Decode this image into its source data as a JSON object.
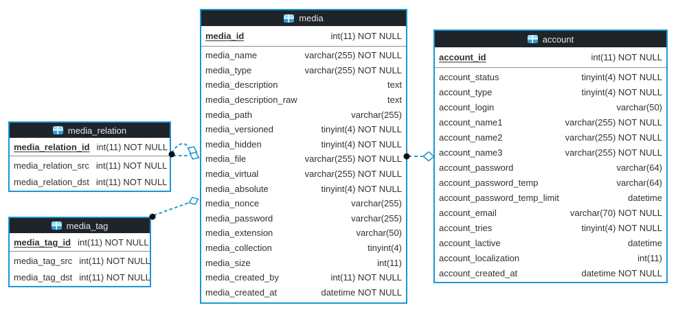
{
  "colors": {
    "accent_blue": "#1b95d4",
    "header_bg": "#1f2429",
    "header_text": "#e4e7ea",
    "row_text": "#303030",
    "pk_separator": "#8f8f8f",
    "connector_dot": "#101010"
  },
  "tables": [
    {
      "id": "media_relation",
      "title": "media_relation",
      "icon": "table-icon",
      "primary_key": {
        "name": "media_relation_id",
        "type": "int(11) NOT NULL"
      },
      "columns": [
        {
          "name": "media_relation_src",
          "type": "int(11) NOT NULL"
        },
        {
          "name": "media_relation_dst",
          "type": "int(11) NOT NULL"
        }
      ]
    },
    {
      "id": "media_tag",
      "title": "media_tag",
      "icon": "table-icon",
      "primary_key": {
        "name": "media_tag_id",
        "type": "int(11) NOT NULL"
      },
      "columns": [
        {
          "name": "media_tag_src",
          "type": "int(11) NOT NULL"
        },
        {
          "name": "media_tag_dst",
          "type": "int(11) NOT NULL"
        }
      ]
    },
    {
      "id": "media",
      "title": "media",
      "icon": "table-icon",
      "primary_key": {
        "name": "media_id",
        "type": "int(11) NOT NULL"
      },
      "columns": [
        {
          "name": "media_name",
          "type": "varchar(255) NOT NULL"
        },
        {
          "name": "media_type",
          "type": "varchar(255) NOT NULL"
        },
        {
          "name": "media_description",
          "type": "text"
        },
        {
          "name": "media_description_raw",
          "type": "text"
        },
        {
          "name": "media_path",
          "type": "varchar(255)"
        },
        {
          "name": "media_versioned",
          "type": "tinyint(4) NOT NULL"
        },
        {
          "name": "media_hidden",
          "type": "tinyint(4) NOT NULL"
        },
        {
          "name": "media_file",
          "type": "varchar(255) NOT NULL"
        },
        {
          "name": "media_virtual",
          "type": "varchar(255) NOT NULL"
        },
        {
          "name": "media_absolute",
          "type": "tinyint(4) NOT NULL"
        },
        {
          "name": "media_nonce",
          "type": "varchar(255)"
        },
        {
          "name": "media_password",
          "type": "varchar(255)"
        },
        {
          "name": "media_extension",
          "type": "varchar(50)"
        },
        {
          "name": "media_collection",
          "type": "tinyint(4)"
        },
        {
          "name": "media_size",
          "type": "int(11)"
        },
        {
          "name": "media_created_by",
          "type": "int(11) NOT NULL"
        },
        {
          "name": "media_created_at",
          "type": "datetime NOT NULL"
        }
      ]
    },
    {
      "id": "account",
      "title": "account",
      "icon": "table-icon",
      "primary_key": {
        "name": "account_id",
        "type": "int(11) NOT NULL"
      },
      "columns": [
        {
          "name": "account_status",
          "type": "tinyint(4) NOT NULL"
        },
        {
          "name": "account_type",
          "type": "tinyint(4) NOT NULL"
        },
        {
          "name": "account_login",
          "type": "varchar(50)"
        },
        {
          "name": "account_name1",
          "type": "varchar(255) NOT NULL"
        },
        {
          "name": "account_name2",
          "type": "varchar(255) NOT NULL"
        },
        {
          "name": "account_name3",
          "type": "varchar(255) NOT NULL"
        },
        {
          "name": "account_password",
          "type": "varchar(64)"
        },
        {
          "name": "account_password_temp",
          "type": "varchar(64)"
        },
        {
          "name": "account_password_temp_limit",
          "type": "datetime"
        },
        {
          "name": "account_email",
          "type": "varchar(70) NOT NULL"
        },
        {
          "name": "account_tries",
          "type": "tinyint(4) NOT NULL"
        },
        {
          "name": "account_lactive",
          "type": "datetime"
        },
        {
          "name": "account_localization",
          "type": "int(11)"
        },
        {
          "name": "account_created_at",
          "type": "datetime NOT NULL"
        }
      ]
    }
  ],
  "relationships": [
    {
      "from": "media_relation",
      "to": "media",
      "style": "dashed",
      "end_from": "dot",
      "end_to": "open-diamond"
    },
    {
      "from": "media_relation",
      "to": "media",
      "style": "dashed",
      "end_from": "dot",
      "end_to": "open-diamond"
    },
    {
      "from": "media_tag",
      "to": "media",
      "style": "dashed",
      "end_from": "dot",
      "end_to": "open-diamond"
    },
    {
      "from": "media",
      "to": "account",
      "style": "dashed",
      "end_from": "dot",
      "end_to": "open-diamond"
    }
  ]
}
